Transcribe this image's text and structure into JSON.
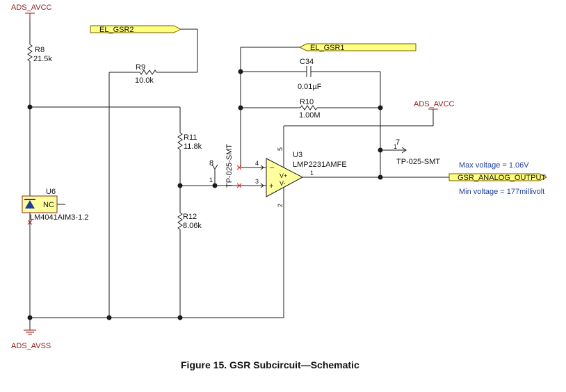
{
  "caption": "Figure 15. GSR Subcircuit—Schematic",
  "power": {
    "top": "ADS_AVCC",
    "amp": "ADS_AVCC",
    "ground": "ADS_AVSS"
  },
  "nets": {
    "el_gsr2": "EL_GSR2",
    "el_gsr1": "EL_GSR1",
    "output": "GSR_ANALOG_OUTPUT"
  },
  "components": {
    "r8": {
      "ref": "R8",
      "value": "21.5k"
    },
    "r9": {
      "ref": "R9",
      "value": "10.0k"
    },
    "r10": {
      "ref": "R10",
      "value": "1.00M"
    },
    "r11": {
      "ref": "R11",
      "value": "11.8k"
    },
    "r12": {
      "ref": "R12",
      "value": "8.06k"
    },
    "c34": {
      "ref": "C34",
      "value": "0.01µF"
    },
    "u6": {
      "ref": "U6",
      "part": "LM4041AIM3-1.2",
      "nc": "NC"
    },
    "u3": {
      "ref": "U3",
      "part": "LMP2231AMFE",
      "pin4": "4",
      "pin3": "3",
      "pin5": "5",
      "pin2": "2",
      "pin1": "1",
      "minus": "−",
      "plus": "+",
      "vplus": "V+",
      "vminus": "V-"
    },
    "tp8": {
      "ref": "8",
      "pin": "1",
      "part": "TP-025-SMT"
    },
    "tp7": {
      "ref": "7",
      "pin": "1",
      "part": "TP-025-SMT"
    }
  },
  "annotations": {
    "max": "Max voltage = 1.06V",
    "min": "Min voltage = 177millivolt"
  }
}
